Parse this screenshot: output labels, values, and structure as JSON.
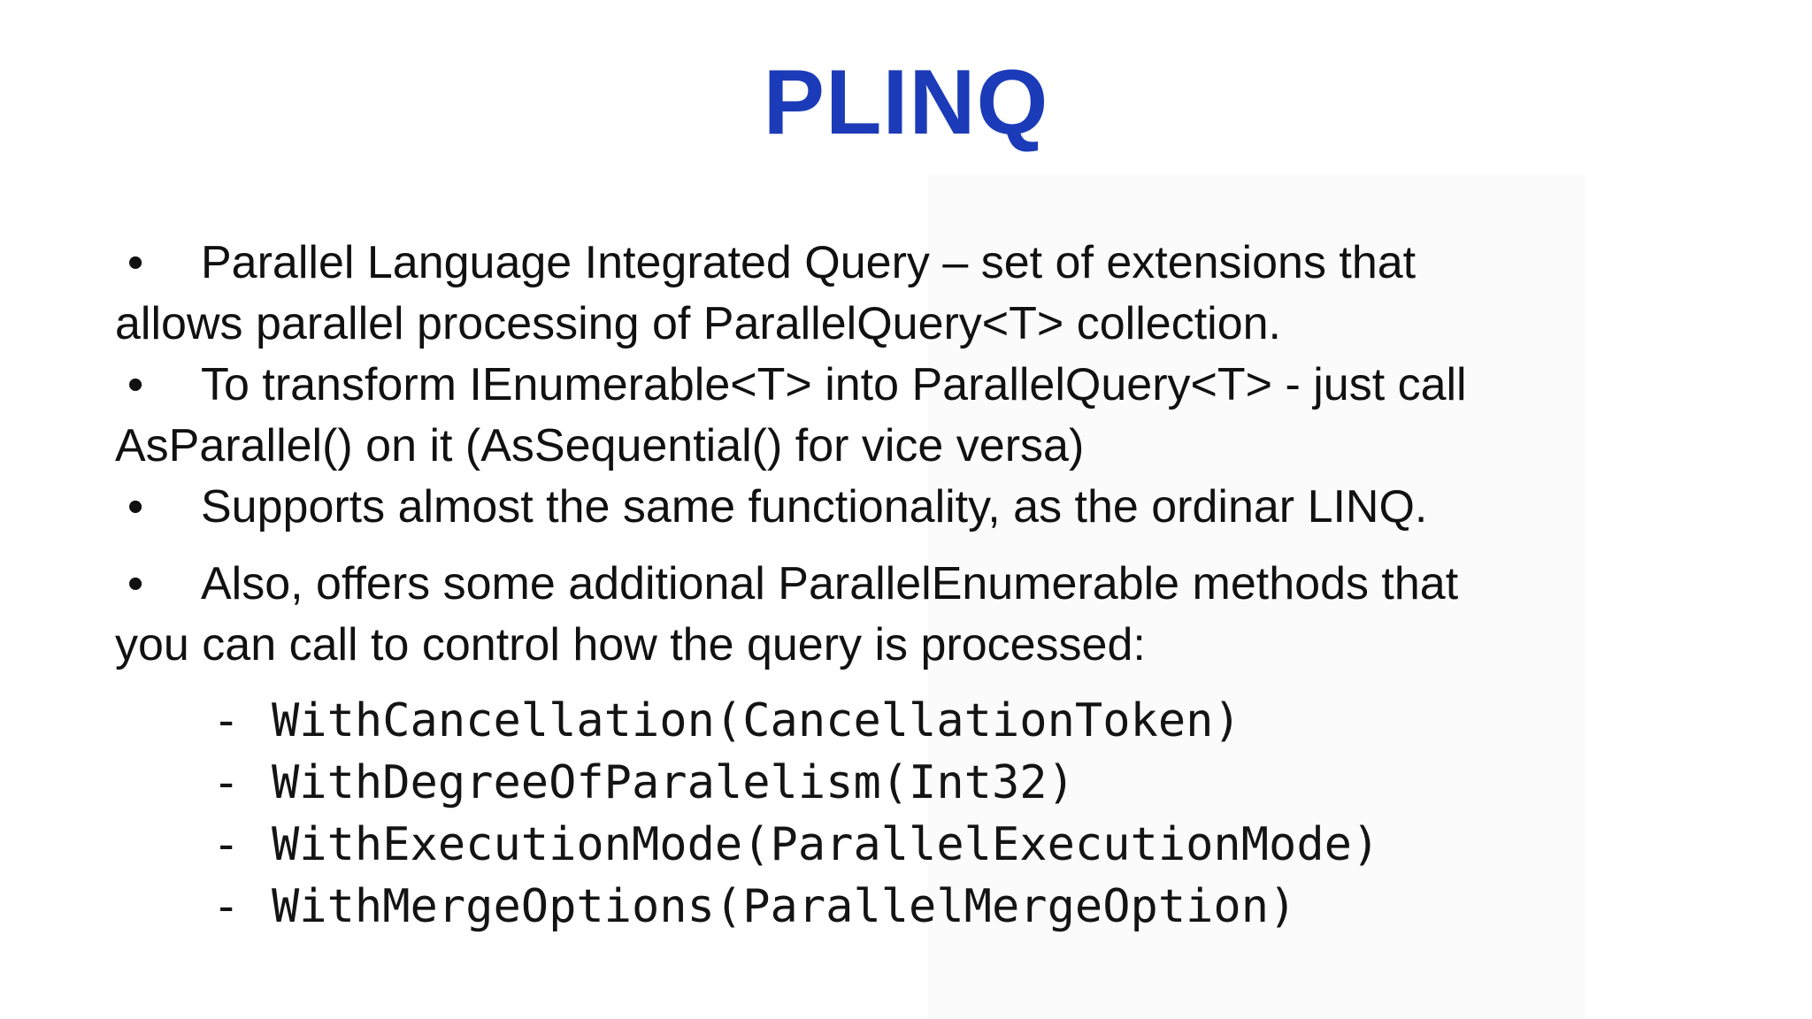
{
  "slide": {
    "title": "PLINQ",
    "colors": {
      "title_blue": "#1c3bb8",
      "body_text": "#111111",
      "background": "#ffffff",
      "band": "#fbfbfb"
    },
    "bullets": [
      {
        "marker": "•",
        "text": "Parallel Language Integrated Query – set of extensions that\nallows parallel processing of ParallelQuery<T> collection."
      },
      {
        "marker": "•",
        "text": "To transform IEnumerable<T> into ParallelQuery<T> - just call\nAsParallel() on it (AsSequential() for vice versa)"
      },
      {
        "marker": "•",
        "text": "Supports almost the same functionality, as the ordinar LINQ."
      },
      {
        "marker": "•",
        "text": "Also, offers some additional ParallelEnumerable methods that\nyou can call to control how the query is processed:"
      }
    ],
    "methods": [
      {
        "marker": "-",
        "code": "WithCancellation(CancellationToken)"
      },
      {
        "marker": "-",
        "code": "WithDegreeOfParalelism(Int32)"
      },
      {
        "marker": "-",
        "code": "WithExecutionMode(ParallelExecutionMode)"
      },
      {
        "marker": "-",
        "code": "WithMergeOptions(ParallelMergeOption)"
      }
    ]
  }
}
